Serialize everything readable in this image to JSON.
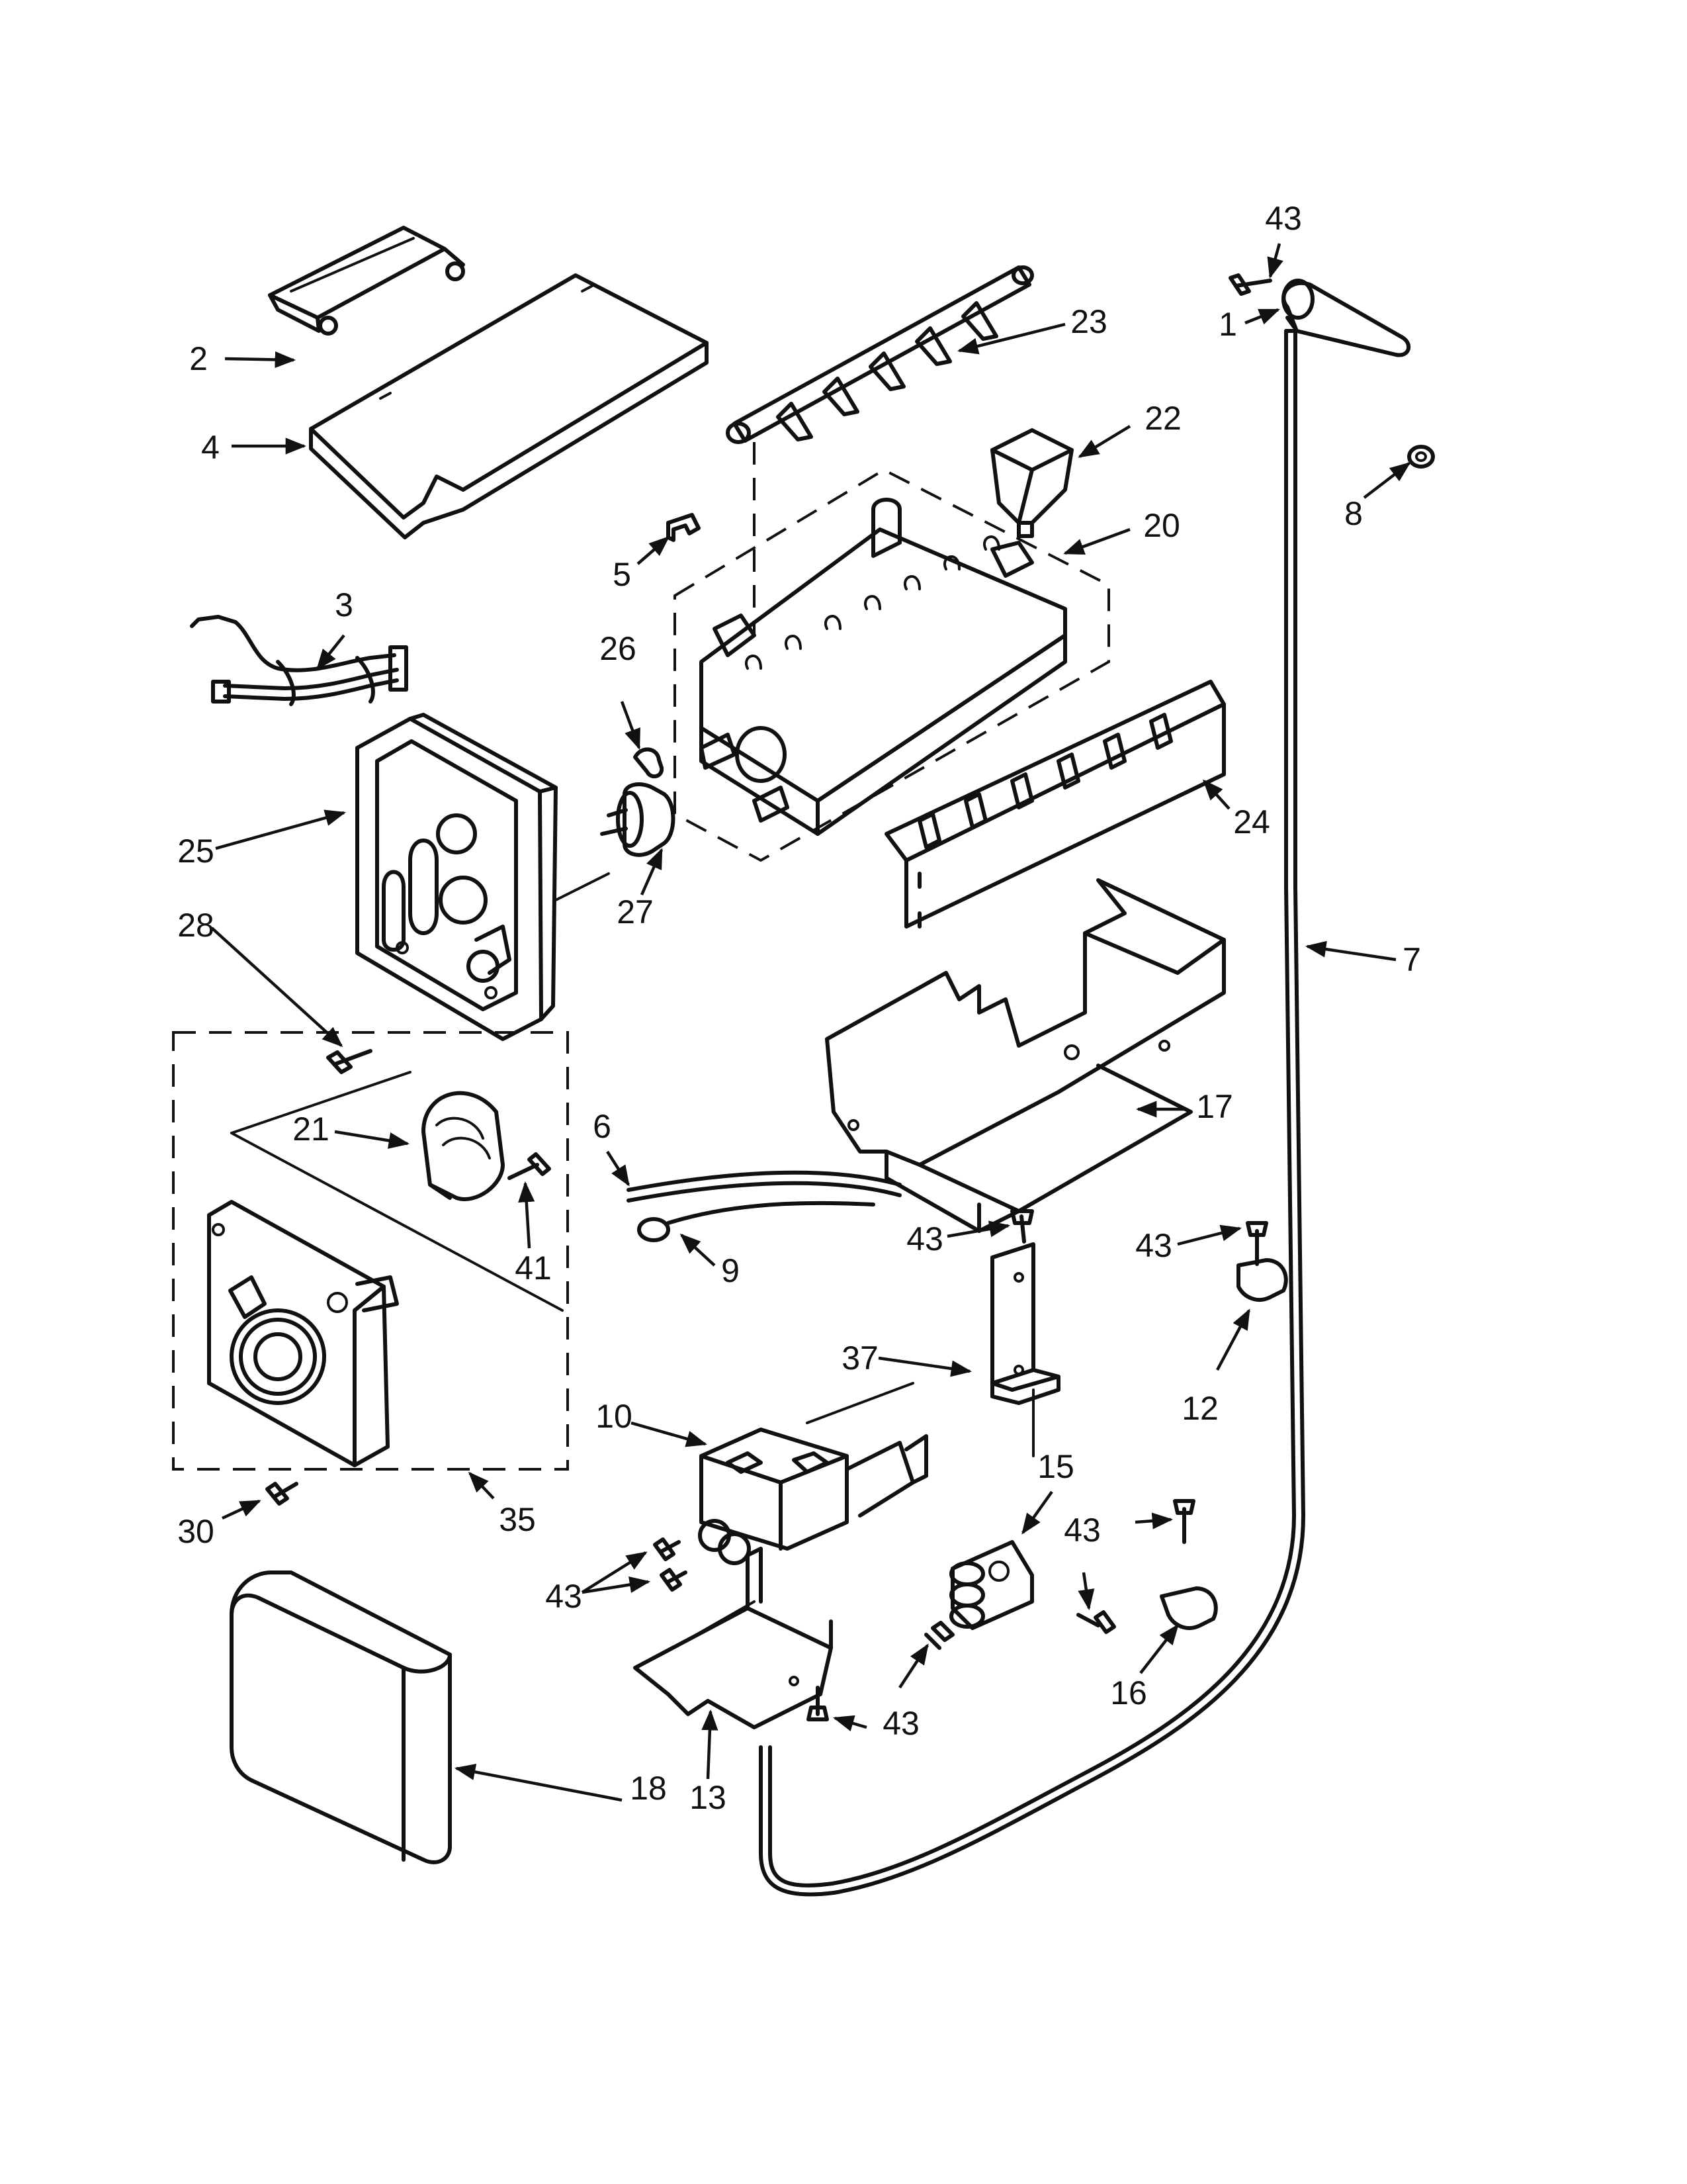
{
  "callouts": [
    {
      "label": "43",
      "part": "screw-1"
    },
    {
      "label": "1",
      "part": "fill-cup"
    },
    {
      "label": "2",
      "part": "ice-bin-bracket"
    },
    {
      "label": "23",
      "part": "ejector"
    },
    {
      "label": "4",
      "part": "bin-cover"
    },
    {
      "label": "22",
      "part": "funnel"
    },
    {
      "label": "8",
      "part": "grommet"
    },
    {
      "label": "20",
      "part": "ice-mold"
    },
    {
      "label": "5",
      "part": "clip"
    },
    {
      "label": "3",
      "part": "wire-harness"
    },
    {
      "label": "26",
      "part": "retainer-clip"
    },
    {
      "label": "25",
      "part": "control-housing"
    },
    {
      "label": "24",
      "part": "stripper"
    },
    {
      "label": "27",
      "part": "thermostat"
    },
    {
      "label": "28",
      "part": "screw-28"
    },
    {
      "label": "7",
      "part": "water-tube"
    },
    {
      "label": "21",
      "part": "motor"
    },
    {
      "label": "17",
      "part": "mounting-bracket"
    },
    {
      "label": "6",
      "part": "tube-6"
    },
    {
      "label": "41",
      "part": "screw-41"
    },
    {
      "label": "9",
      "part": "tube-9"
    },
    {
      "label": "43",
      "part": "screw-2"
    },
    {
      "label": "43",
      "part": "screw-3"
    },
    {
      "label": "37",
      "part": "valve-bracket"
    },
    {
      "label": "12",
      "part": "clamp-12"
    },
    {
      "label": "10",
      "part": "water-valve"
    },
    {
      "label": "15",
      "part": "tube-clamp-15"
    },
    {
      "label": "43",
      "part": "screw-4"
    },
    {
      "label": "30",
      "part": "screw-30"
    },
    {
      "label": "35",
      "part": "module-assembly"
    },
    {
      "label": "43",
      "part": "screws-5"
    },
    {
      "label": "43",
      "part": "screw-6"
    },
    {
      "label": "16",
      "part": "clamp-16"
    },
    {
      "label": "18",
      "part": "module-cover"
    },
    {
      "label": "13",
      "part": "valve-shield"
    }
  ]
}
